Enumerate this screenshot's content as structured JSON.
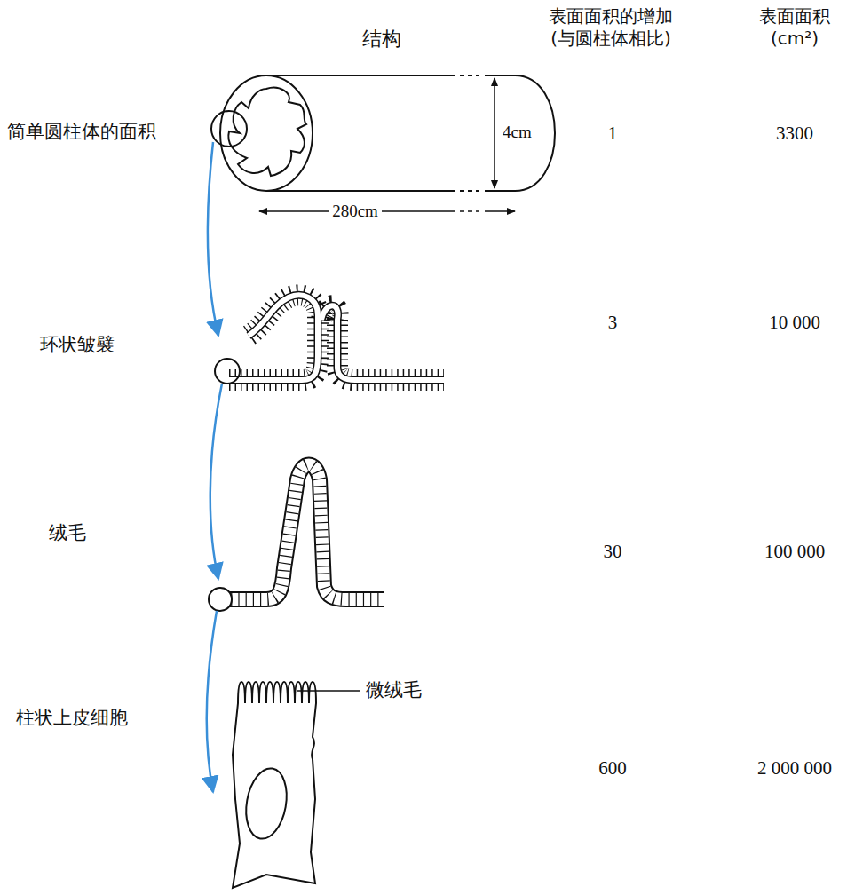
{
  "diagram": {
    "labels": [
      "结构",
      "表面面积的增加 (与圆柱体相比)",
      "表面面积 (cm²)",
      "简单圆柱体的面积",
      "4cm",
      "280cm",
      "1",
      "3300",
      "环状皱襞",
      "3",
      "10 000",
      "绒毛",
      "30",
      "100 000",
      "微绒毛",
      "柱状上皮细胞",
      "600",
      "2 000 000"
    ]
  }
}
